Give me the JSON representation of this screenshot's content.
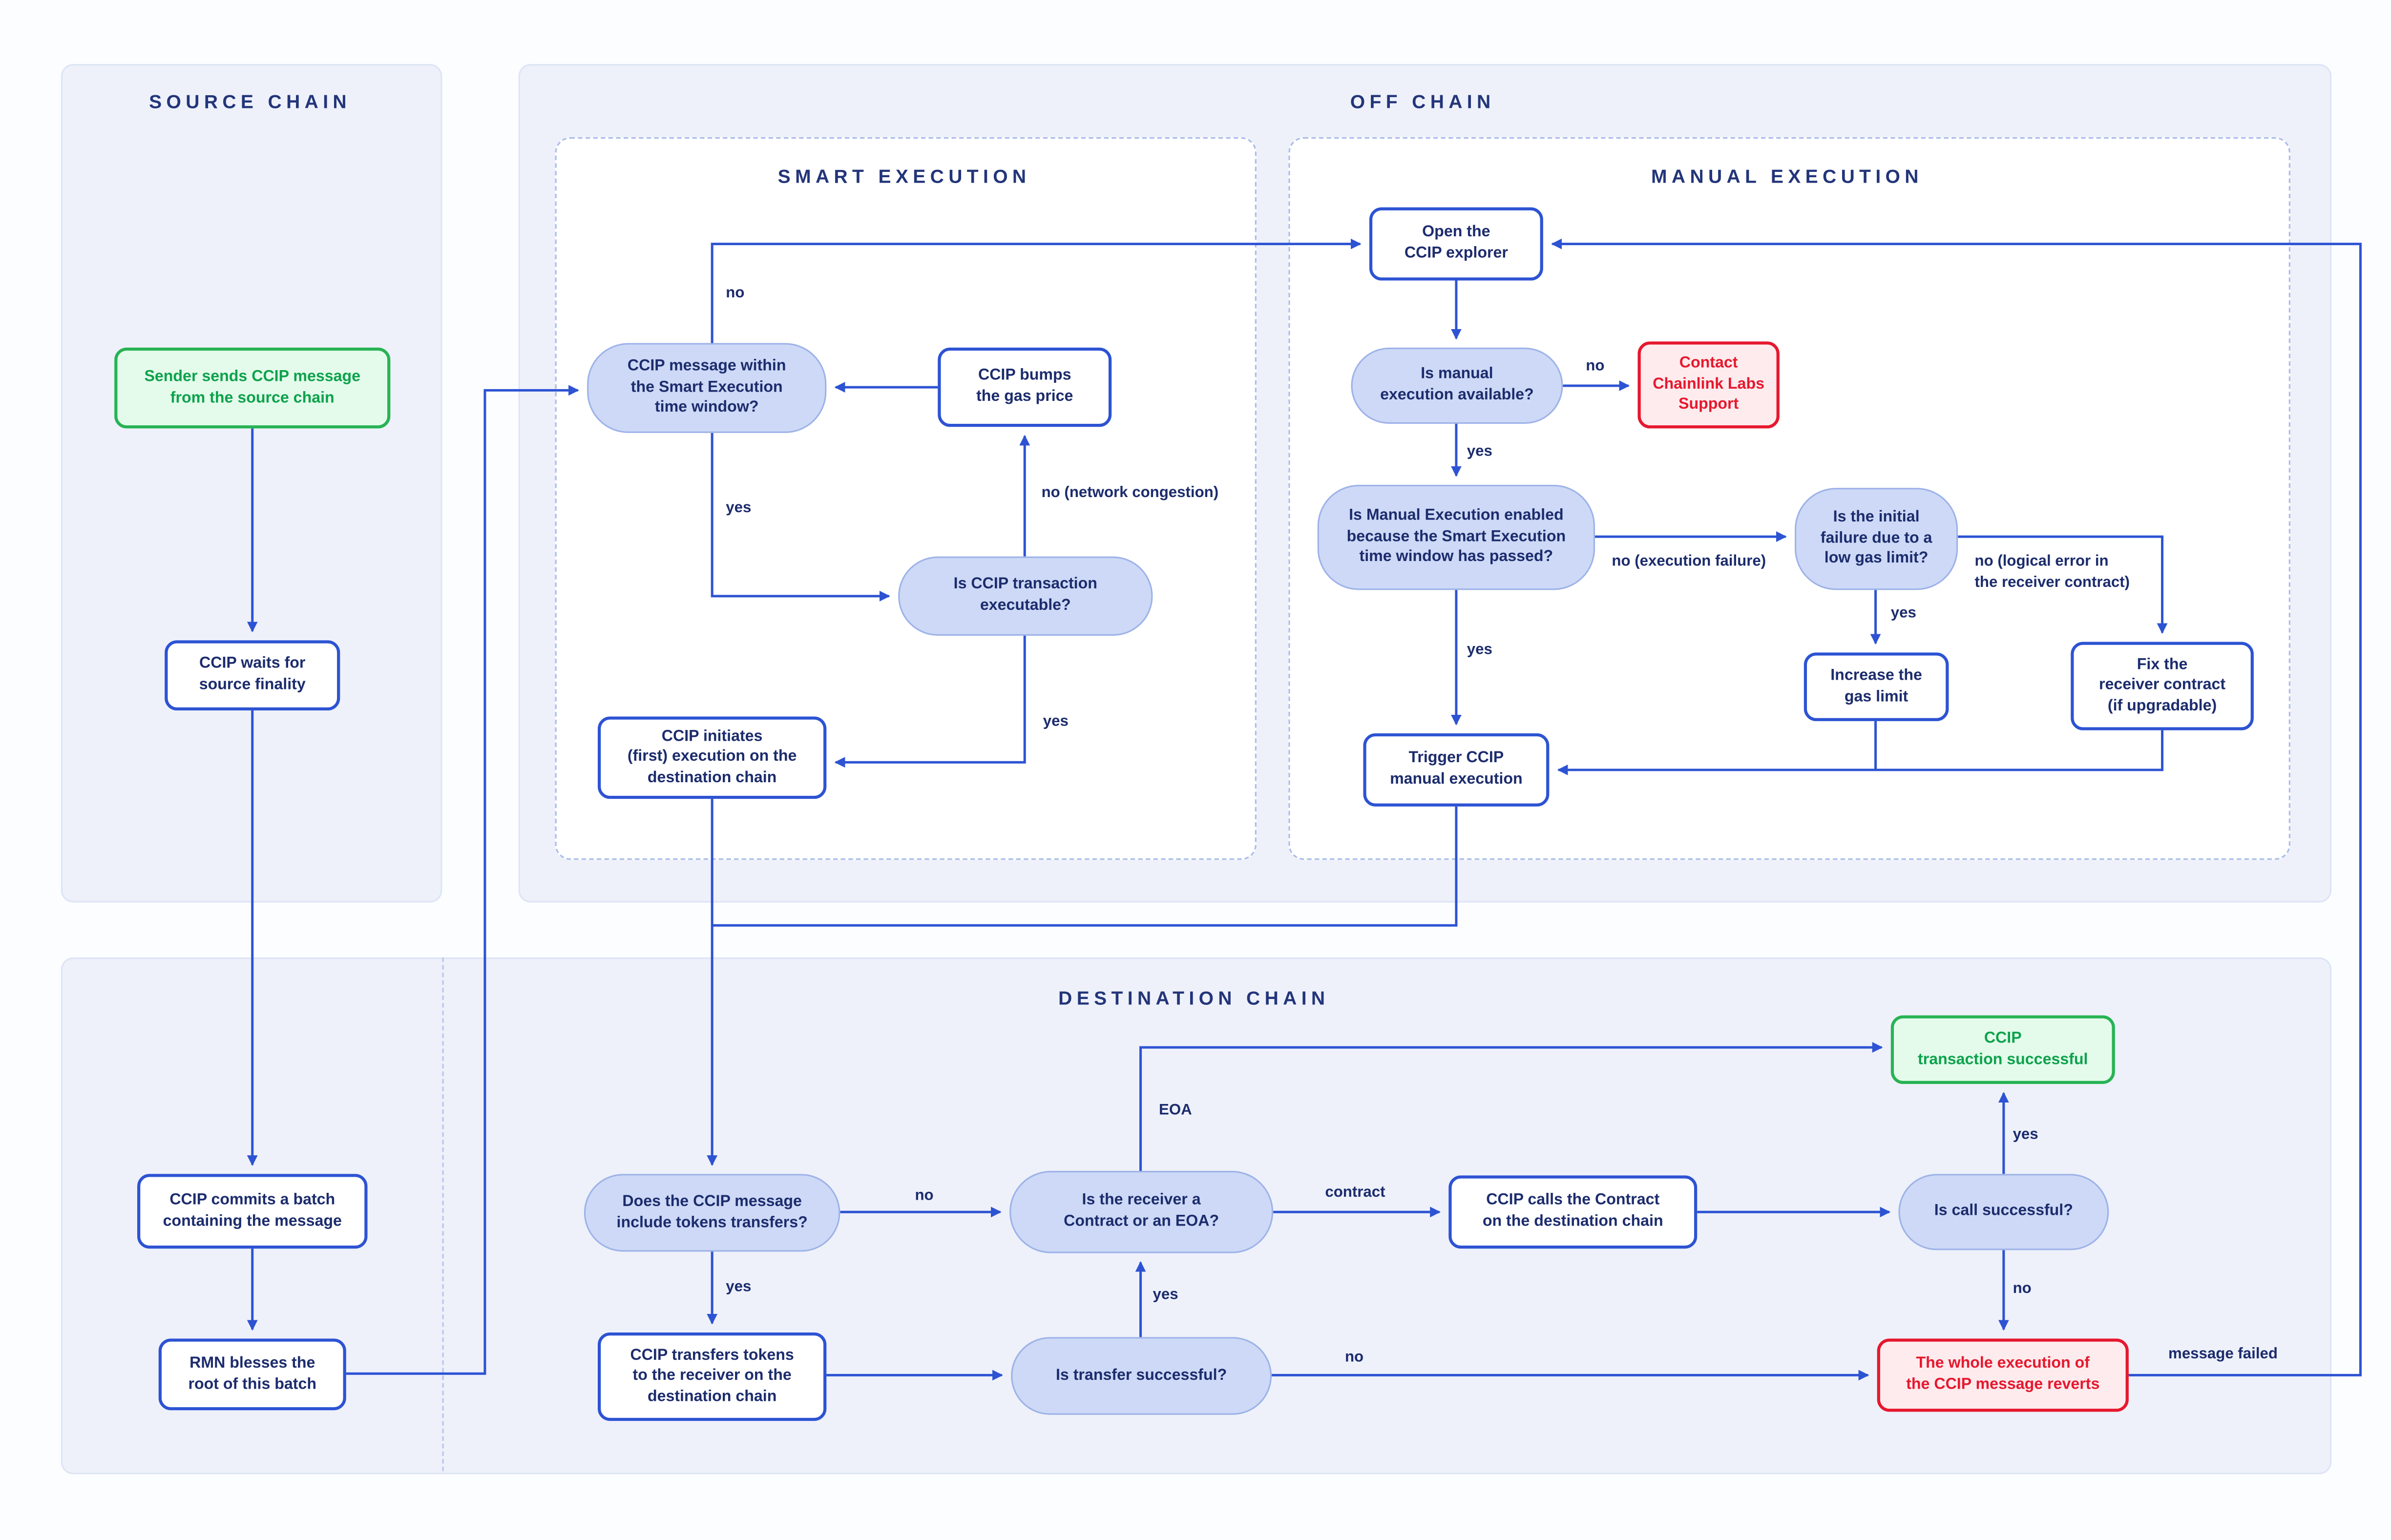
{
  "sections": {
    "source": {
      "title": "SOURCE CHAIN"
    },
    "off_chain": {
      "title": "OFF CHAIN"
    },
    "smart_execution": {
      "title": "SMART EXECUTION"
    },
    "manual_execution": {
      "title": "MANUAL EXECUTION"
    },
    "destination": {
      "title": "DESTINATION CHAIN"
    }
  },
  "nodes": {
    "sender": {
      "label": "Sender sends CCIP message\nfrom the source chain",
      "type": "success-start"
    },
    "waits": {
      "label": "CCIP waits for\nsource finality",
      "type": "process"
    },
    "commits": {
      "label": "CCIP commits a batch\ncontaining the message",
      "type": "process"
    },
    "rmn": {
      "label": "RMN blesses the\nroot of this batch",
      "type": "process"
    },
    "msg_window": {
      "label": "CCIP message within\nthe Smart Execution\ntime window?",
      "type": "decision"
    },
    "bumps": {
      "label": "CCIP bumps\nthe gas price",
      "type": "process"
    },
    "executable": {
      "label": "Is CCIP transaction\nexecutable?",
      "type": "decision"
    },
    "initiates": {
      "label": "CCIP initiates\n(first) execution on the\ndestination chain",
      "type": "process"
    },
    "open_explorer": {
      "label": "Open the\nCCIP explorer",
      "type": "process"
    },
    "available": {
      "label": "Is manual\nexecution available?",
      "type": "decision"
    },
    "contact": {
      "label": "Contact\nChainlink Labs\nSupport",
      "type": "error"
    },
    "enabled": {
      "label": "Is Manual Execution enabled\nbecause the Smart Execution\ntime window has passed?",
      "type": "decision"
    },
    "initial_failure": {
      "label": "Is the initial\nfailure due to a\nlow gas limit?",
      "type": "decision"
    },
    "increase": {
      "label": "Increase the\ngas limit",
      "type": "process"
    },
    "fix": {
      "label": "Fix the\nreceiver contract\n(if upgradable)",
      "type": "process"
    },
    "trigger": {
      "label": "Trigger CCIP\nmanual execution",
      "type": "process"
    },
    "success": {
      "label": "CCIP\ntransaction successful",
      "type": "success"
    },
    "does_tokens": {
      "label": "Does the CCIP message\ninclude tokens transfers?",
      "type": "decision"
    },
    "receiver_type": {
      "label": "Is the receiver a\nContract or an EOA?",
      "type": "decision"
    },
    "calls_contract": {
      "label": "CCIP calls the Contract\non the destination chain",
      "type": "process"
    },
    "call_success": {
      "label": "Is call successful?",
      "type": "decision"
    },
    "transfers": {
      "label": "CCIP transfers tokens\nto the receiver on the\ndestination chain",
      "type": "process"
    },
    "transfer_success": {
      "label": "Is transfer successful?",
      "type": "decision"
    },
    "reverts": {
      "label": "The whole execution of\nthe CCIP message reverts",
      "type": "error"
    }
  },
  "edge_labels": {
    "no_smart": "no",
    "yes_smart": "yes",
    "no_congestion": "no (network congestion)",
    "yes_executable": "yes",
    "no_available": "no",
    "yes_available": "yes",
    "no_exec_failure": "no (execution failure)",
    "yes_enabled": "yes",
    "no_logical": "no (logical error in\nthe receiver contract)",
    "yes_initial": "yes",
    "eoa": "EOA",
    "yes_call": "yes",
    "contract": "contract",
    "no_does": "no",
    "yes_does": "yes",
    "yes_transfer": "yes",
    "no_transfer": "no",
    "no_call": "no",
    "message_failed": "message failed"
  },
  "colors": {
    "arrow": "#2d53d3",
    "process_border": "#2d53d3",
    "decision_fill": "#cdd9f6",
    "decision_border": "#9db2e8",
    "success_border": "#27b353",
    "success_text": "#0da24c",
    "error_border": "#e6182e",
    "text_navy": "#1c2c6d",
    "container_fill": "#eef1fa"
  }
}
